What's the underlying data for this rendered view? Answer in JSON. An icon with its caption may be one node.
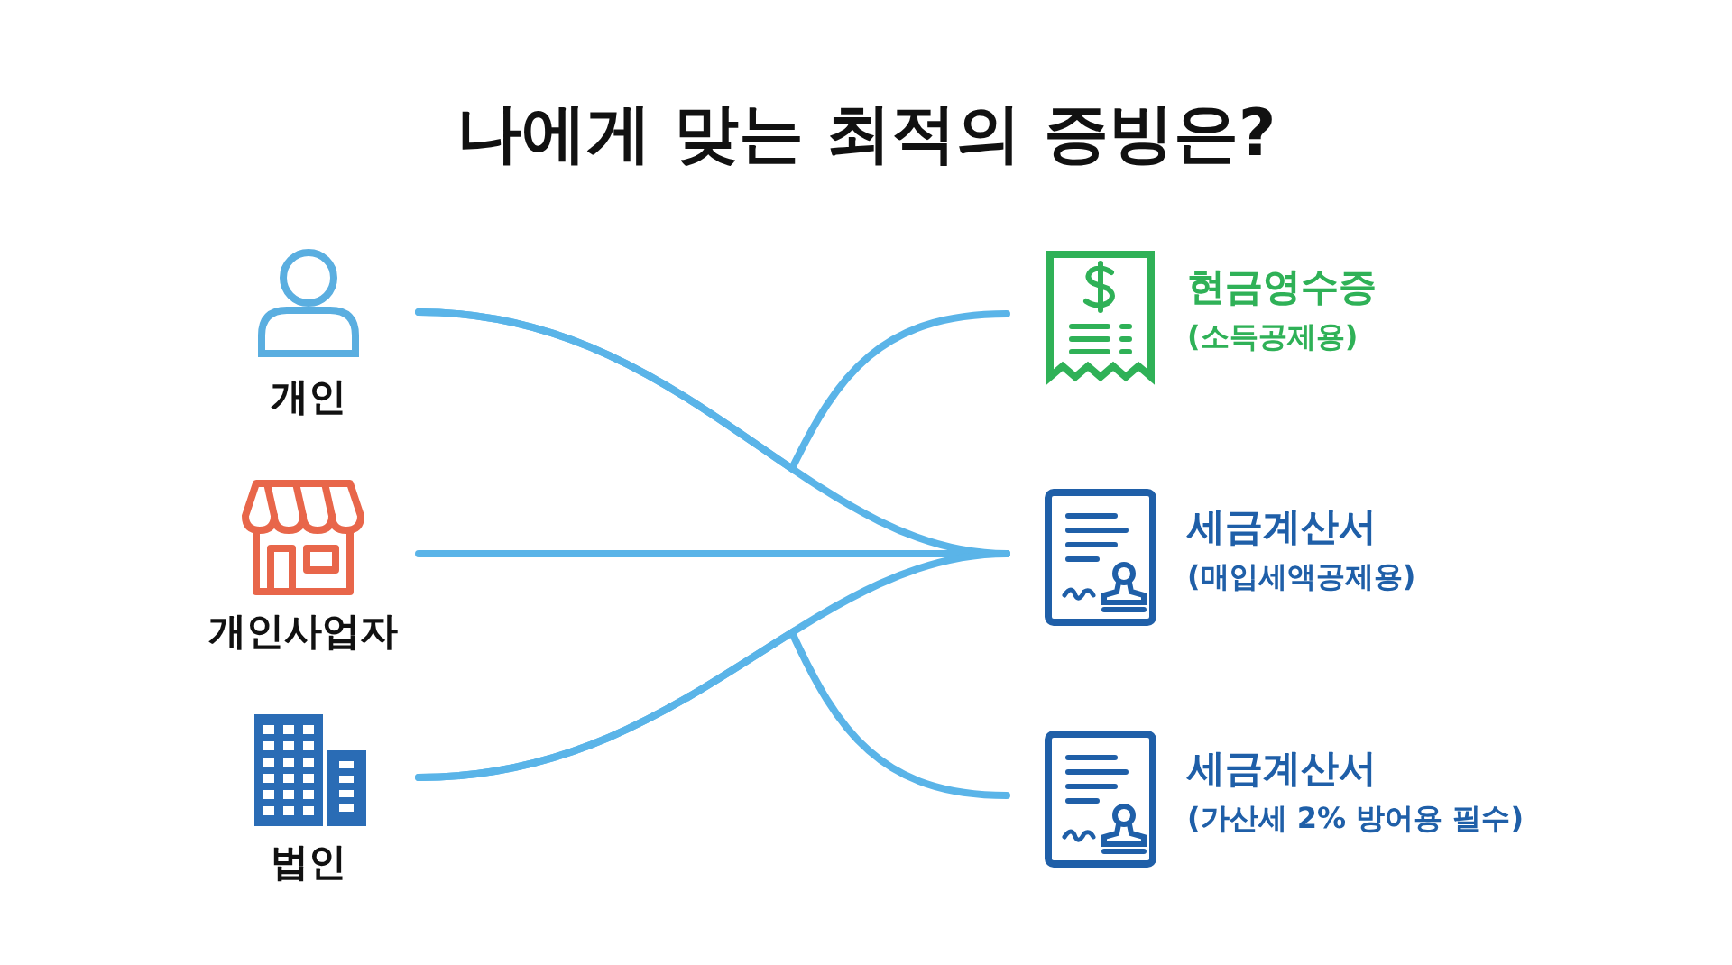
{
  "diagram": {
    "title": "나에게 맞는 최적의 증빙은?",
    "nodes": [
      {
        "text": [
          "개인"
        ]
      },
      {
        "text": [
          "개인사업자"
        ]
      },
      {
        "text": [
          "법인"
        ]
      },
      {
        "text": [
          "현금영수증",
          "(소득공제용)"
        ]
      },
      {
        "text": [
          "세금계산서",
          "(매입세액공제용)"
        ]
      },
      {
        "text": [
          "세금계산서",
          "(가산세 2% 방어용 필수)"
        ]
      }
    ],
    "edges": [
      {
        "from": 0,
        "to": 3,
        "arrow": "none"
      },
      {
        "from": 0,
        "to": 4,
        "arrow": "none"
      },
      {
        "from": 1,
        "to": 4,
        "arrow": "none"
      },
      {
        "from": 2,
        "to": 4,
        "arrow": "none"
      },
      {
        "from": 2,
        "to": 5,
        "arrow": "none"
      }
    ]
  }
}
